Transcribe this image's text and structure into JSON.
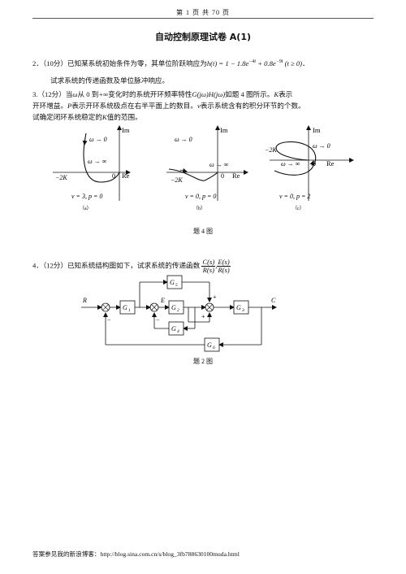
{
  "header": {
    "page": "第 1 页 共 70 页"
  },
  "title": "自动控制原理试卷 A(1)",
  "q2": {
    "num": "2．",
    "points": "（10分）",
    "text": "已知某系统初始条件为零，其单位阶跃响应为",
    "formula": "h(t) = 1 − 1.8e",
    "exp1": "−4t",
    "formula_b": " + 0.8e",
    "exp2": "−9t",
    "cond": " (t ≥ 0)",
    "end": "．",
    "line2": "试求系统的传递函数及单位脉冲响应。"
  },
  "q3": {
    "line1_a": "3.（12分）当",
    "omega": "ω",
    "line1_b": "从 0 到",
    "inf": "+∞",
    "line1_c": "变化时的系统开环频率特性",
    "gh": "G(jω)H(jω)",
    "line1_d": "如题 4 图所示。",
    "K": "K",
    "line1_e": "表示",
    "line2_a": "开环增益。",
    "P": "P",
    "line2_b": "表示开环系统极点在右半平面上的数目。",
    "v": "v",
    "line2_c": "表示系统含有的积分环节的个数。",
    "line3": "试确定闭环系统稳定的",
    "line3_b": "K",
    "line3_c": "值的范围。"
  },
  "nyquist": {
    "im": "Im",
    "re": "Re",
    "zero": "0",
    "w0": "ω → 0",
    "winf": "ω → ∞",
    "negK": "−2K",
    "a": {
      "params": "v = 3, p = 0",
      "tag": "（a）"
    },
    "b": {
      "params": "v = 0, p = 0",
      "tag": "（b）"
    },
    "c": {
      "params": "v = 0, p = 2",
      "tag": "（c）"
    },
    "caption": "题 4 图"
  },
  "q4": {
    "text": "4．（12分）已知系统结构图如下，试求系统的传递函数",
    "c_num": "C(s)",
    "c_den": "R(s)",
    "comma": ",",
    "e_num": "E(s)",
    "e_den": "R(s)"
  },
  "block": {
    "R": "R",
    "E": "E",
    "C": "C",
    "G1": "G",
    "G1s": "1",
    "G2": "G",
    "G2s": "2",
    "G3": "G",
    "G3s": "3",
    "G4": "G",
    "G4s": "4",
    "G5": "G",
    "G5s": "5",
    "G6": "G",
    "G6s": "6",
    "plus": "+",
    "minus": "−",
    "caption": "题 2 图"
  },
  "footer": {
    "text": "答案参见我的新浪博客：http://blog.sina.com.cn/s/blog_3fb788630100muda.html"
  }
}
